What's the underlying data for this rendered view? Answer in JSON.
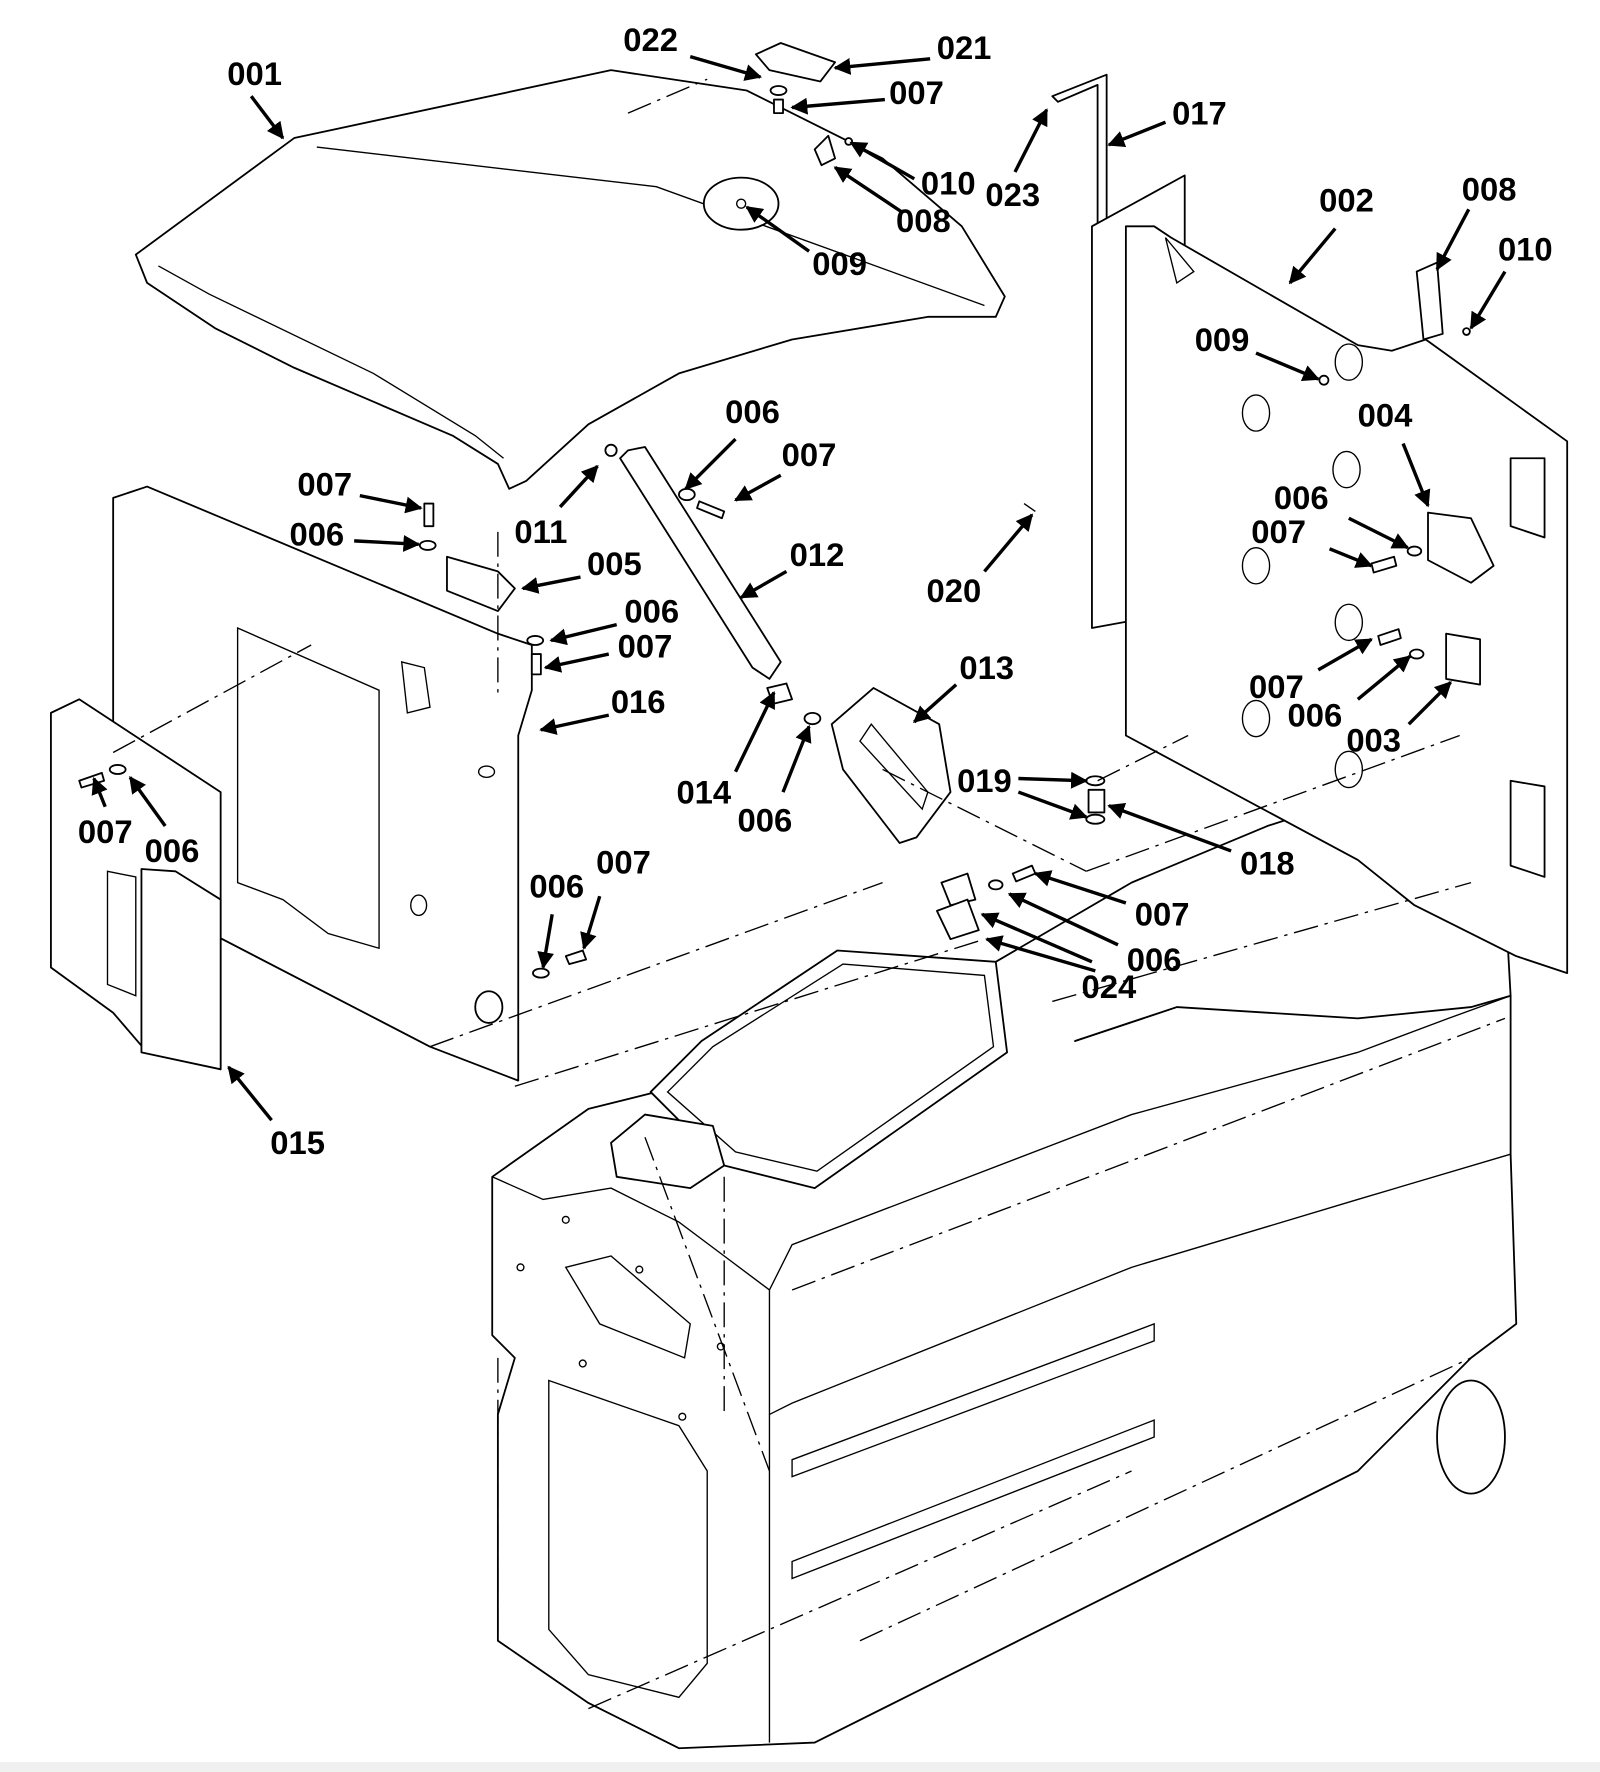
{
  "diagram": {
    "type": "exploded parts diagram",
    "callouts": [
      "001",
      "022",
      "021",
      "007",
      "010",
      "008",
      "009",
      "023",
      "017",
      "002",
      "008",
      "010",
      "009",
      "004",
      "006",
      "007",
      "007",
      "006",
      "003",
      "019",
      "018",
      "007",
      "006",
      "024",
      "006",
      "007",
      "011",
      "012",
      "013",
      "014",
      "006",
      "020",
      "005",
      "007",
      "006",
      "006",
      "007",
      "016",
      "007",
      "006",
      "006",
      "007",
      "015"
    ]
  }
}
